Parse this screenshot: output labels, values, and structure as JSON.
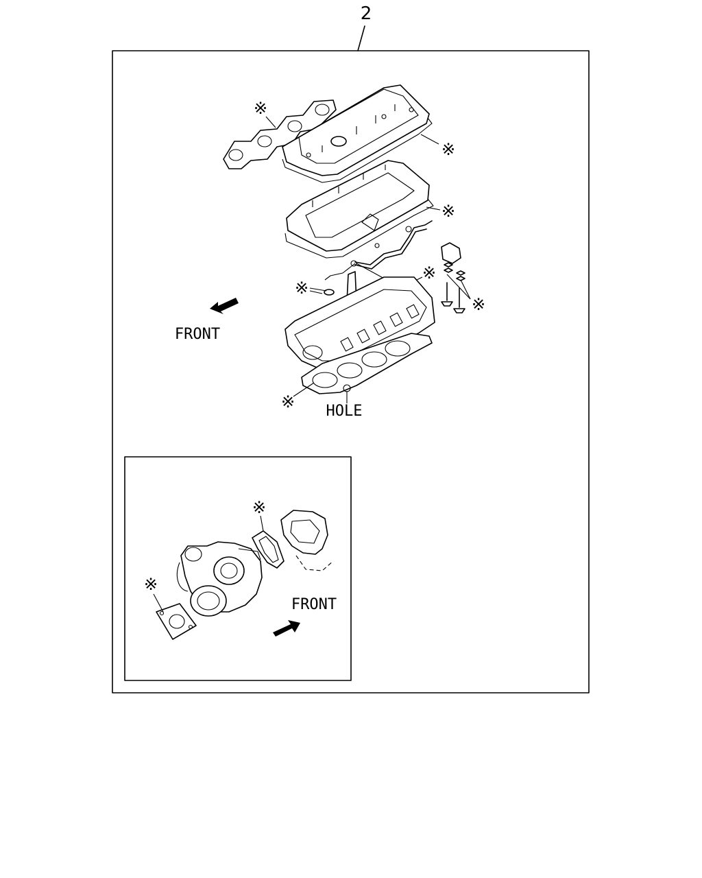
{
  "reference_number": "2",
  "labels": {
    "front_main": "FRONT",
    "front_inset": "FRONT",
    "hole": "HOLE"
  },
  "marker_symbol": "※",
  "parts": [
    {
      "name": "exhaust-manifold-gasket",
      "marked": true
    },
    {
      "name": "cylinder-head-cover-gasket",
      "marked": true
    },
    {
      "name": "rocker-housing-gasket",
      "marked": true
    },
    {
      "name": "injector-seal-washer",
      "marked": true
    },
    {
      "name": "injector-o-ring",
      "marked": true
    },
    {
      "name": "valve-stem-seal",
      "marked": true
    },
    {
      "name": "injector-sleeve-seal",
      "marked": true
    },
    {
      "name": "cylinder-head-gasket",
      "marked": true
    },
    {
      "name": "turbocharger-outlet-gasket",
      "marked": true
    },
    {
      "name": "turbocharger-inlet-gasket",
      "marked": true
    }
  ]
}
